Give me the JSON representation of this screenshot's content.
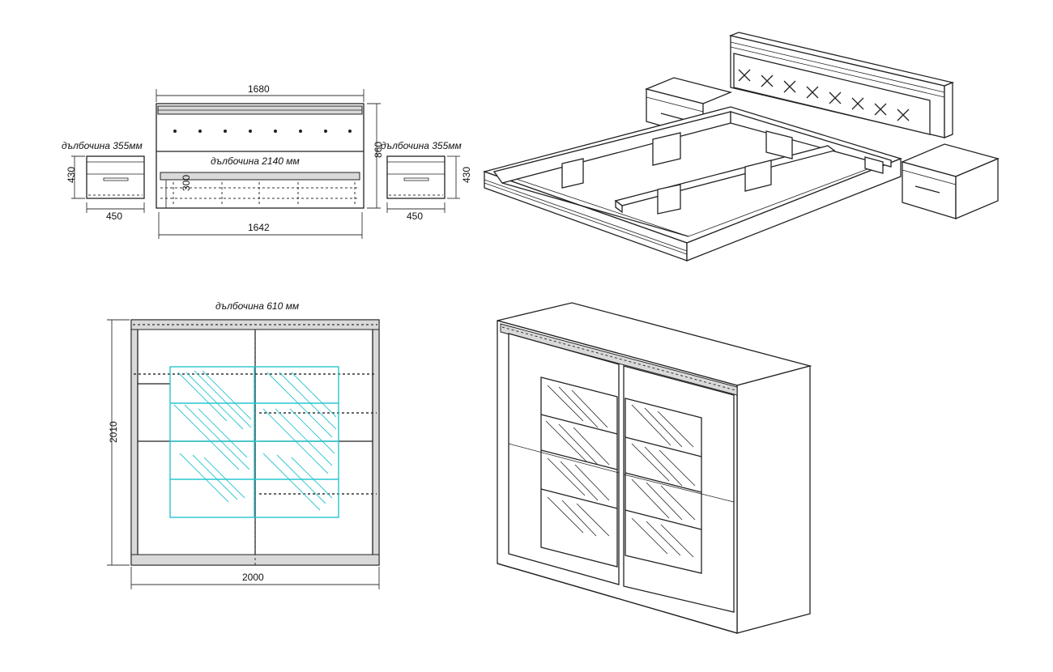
{
  "bed_front": {
    "headboard_width": "1680",
    "height": "860",
    "depth_label": "дълбочина 2140 мм",
    "drawer_height": "300",
    "base_width": "1642"
  },
  "nightstand_left": {
    "depth_label": "дълбочина 355мм",
    "height": "430",
    "width": "450"
  },
  "nightstand_right": {
    "depth_label": "дълбочина 355мм",
    "height": "430",
    "width": "450"
  },
  "wardrobe_front": {
    "depth_label": "дълбочина 610 мм",
    "height": "2010",
    "width": "2000"
  },
  "colors": {
    "line": "#222222",
    "mirror_accent": "#28c5cf",
    "background": "#ffffff"
  }
}
